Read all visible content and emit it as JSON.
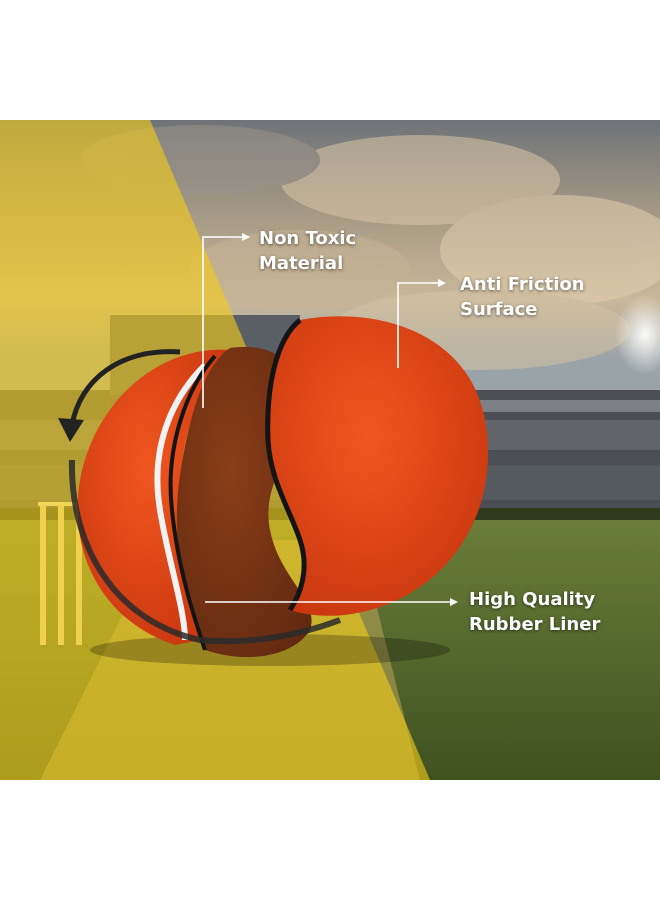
{
  "callouts": {
    "non_toxic": {
      "line1": "Non Toxic",
      "line2": "Material"
    },
    "anti_friction": {
      "line1": "Anti Friction",
      "line2": "Surface"
    },
    "rubber_liner": {
      "line1": "High Quality",
      "line2": "Rubber Liner"
    }
  },
  "colors": {
    "ball_orange": "#e8471a",
    "ball_inner_brown": "#7a3414",
    "overlay_yellow": "#f2cc1c",
    "pitch_green": "#5f7a2c",
    "sky_gray": "#8e8a7e"
  },
  "icons": [
    "rotation-arrow-icon"
  ]
}
